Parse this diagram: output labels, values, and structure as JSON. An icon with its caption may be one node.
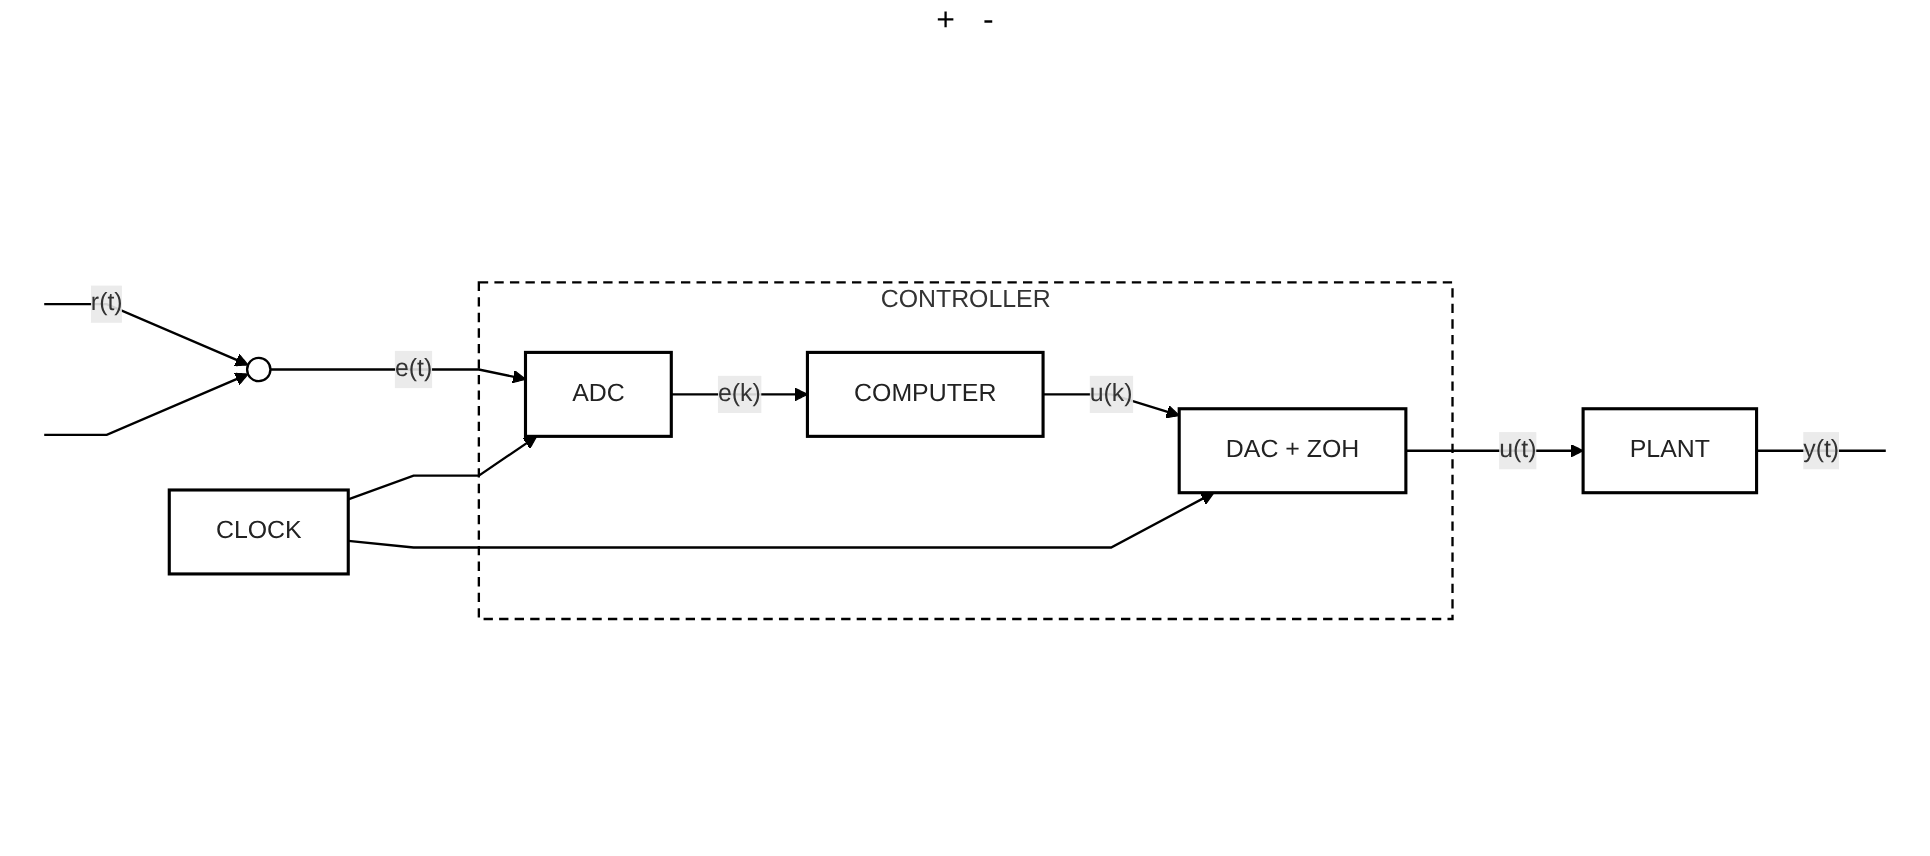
{
  "diagram": {
    "nodes": [
      {
        "text": [
          "CLOCK"
        ]
      },
      {
        "text": [
          "CONTROLLER"
        ]
      },
      {
        "text": [],
        "shape": "circle"
      },
      {
        "text": [
          "ADC"
        ],
        "in": 1
      },
      {
        "text": [
          "COMPUTER"
        ],
        "in": 1
      },
      {
        "text": [
          "DAC + ZOH"
        ],
        "in": 1
      },
      {
        "text": [
          "PLANT"
        ]
      }
    ],
    "edges": [
      {
        "from": null,
        "to": 2,
        "arrow": "to",
        "label": "r(t)"
      },
      {
        "from": 2,
        "to": 3,
        "arrow": "to",
        "label": "e(t)"
      },
      {
        "from": 3,
        "to": 4,
        "arrow": "to",
        "label": "e(k)"
      },
      {
        "from": 4,
        "to": 5,
        "arrow": "to",
        "label": "u(k)"
      },
      {
        "from": 5,
        "to": 6,
        "arrow": "to",
        "label": "u(t)"
      },
      {
        "from": 0,
        "to": 3,
        "arrow": "to"
      },
      {
        "from": 0,
        "to": 5,
        "arrow": "to"
      },
      {
        "from": 6,
        "to": null,
        "arrow": "none",
        "label": "y(t)"
      },
      {
        "from": null,
        "to": 2,
        "arrow": "to"
      }
    ],
    "labels": [
      "+",
      "-"
    ]
  }
}
